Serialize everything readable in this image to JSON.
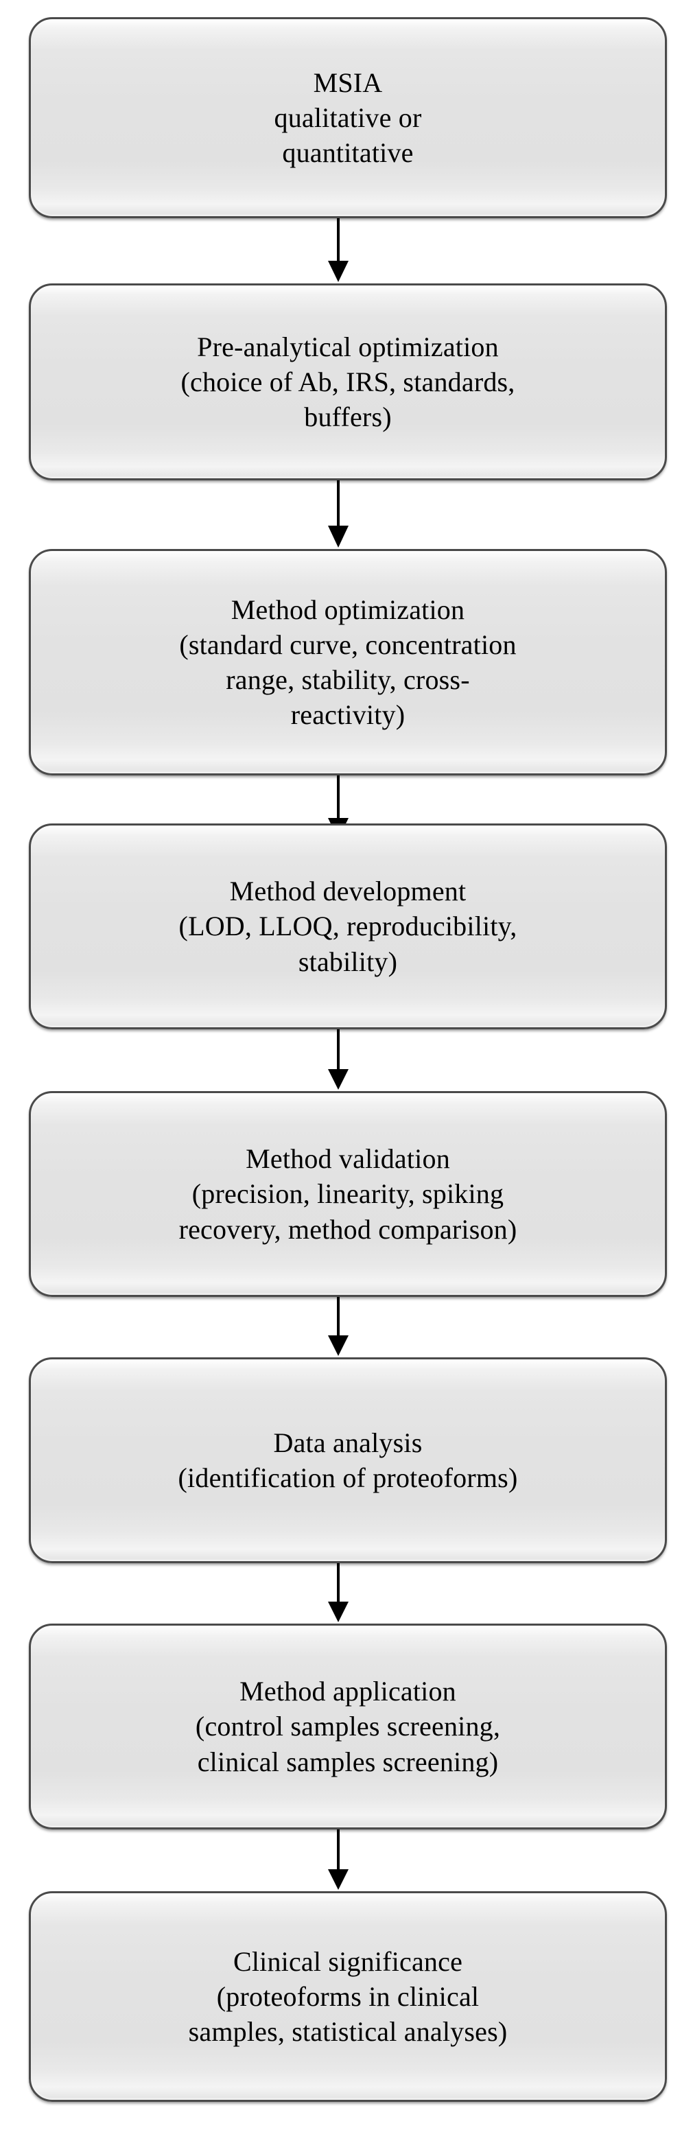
{
  "diagram": {
    "title": "MSIA method workflow flowchart",
    "orientation": "vertical-top-to-bottom",
    "node_fill_color": "#e3e3e3",
    "node_border_color": "#4a4a4a",
    "arrow_color": "#000000",
    "text_color": "#000000",
    "background_color": "#ffffff",
    "nodes": [
      {
        "id": "msia",
        "text": "MSIA\nqualitative or\nquantitative",
        "lines": [
          "MSIA",
          "qualitative or",
          "quantitative"
        ]
      },
      {
        "id": "pre-analytical-optimization",
        "text": "Pre-analytical optimization\n(choice of Ab, IRS, standards,\nbuffers)",
        "lines": [
          "Pre-analytical optimization",
          "(choice of Ab, IRS, standards,",
          "buffers)"
        ]
      },
      {
        "id": "method-optimization",
        "text": "Method optimization\n(standard curve, concentration\nrange, stability, cross-\nreactivity)",
        "lines": [
          "Method optimization",
          "(standard curve, concentration",
          "range, stability, cross-",
          "reactivity)"
        ]
      },
      {
        "id": "method-development",
        "text": "Method development\n(LOD, LLOQ, reproducibility,\nstability)",
        "lines": [
          "Method development",
          "(LOD, LLOQ, reproducibility,",
          "stability)"
        ]
      },
      {
        "id": "method-validation",
        "text": "Method validation\n(precision, linearity, spiking\nrecovery, method comparison)",
        "lines": [
          "Method validation",
          "(precision, linearity, spiking",
          "recovery, method comparison)"
        ]
      },
      {
        "id": "data-analysis",
        "text": "Data analysis\n(identification of proteoforms)",
        "lines": [
          "Data analysis",
          "(identification of proteoforms)"
        ]
      },
      {
        "id": "method-application",
        "text": "Method application\n(control samples screening,\nclinical samples screening)",
        "lines": [
          "Method application",
          "(control samples screening,",
          "clinical samples screening)"
        ]
      },
      {
        "id": "clinical-significance",
        "text": "Clinical significance\n(proteoforms in clinical\nsamples, statistical analyses)",
        "lines": [
          "Clinical significance",
          "(proteoforms in clinical",
          "samples, statistical analyses)"
        ]
      }
    ],
    "connectors": [
      {
        "from": "msia",
        "to": "pre-analytical-optimization",
        "style": "arrow-down"
      },
      {
        "from": "pre-analytical-optimization",
        "to": "method-optimization",
        "style": "arrow-down"
      },
      {
        "from": "method-optimization",
        "to": "method-development",
        "style": "arrow-down"
      },
      {
        "from": "method-development",
        "to": "method-validation",
        "style": "arrow-down"
      },
      {
        "from": "method-validation",
        "to": "data-analysis",
        "style": "arrow-down"
      },
      {
        "from": "data-analysis",
        "to": "method-application",
        "style": "arrow-down"
      },
      {
        "from": "method-application",
        "to": "clinical-significance",
        "style": "arrow-down"
      }
    ]
  }
}
